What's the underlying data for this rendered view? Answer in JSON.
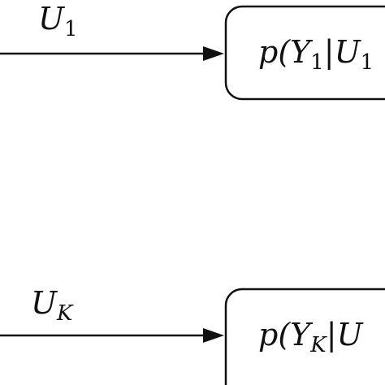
{
  "diagram": {
    "top_branch": {
      "input_symbol": "U",
      "input_subscript": "1",
      "box_text": {
        "prefix": "p(",
        "y_symbol": "Y",
        "y_subscript": "1",
        "bar": "|",
        "u_symbol": "U",
        "u_subscript": "1"
      }
    },
    "bottom_branch": {
      "input_symbol": "U",
      "input_subscript": "K",
      "box_text": {
        "prefix": "p(",
        "y_symbol": "Y",
        "y_subscript": "K",
        "bar": "|",
        "u_symbol": "U"
      }
    },
    "colors": {
      "stroke": "#111111",
      "background": "#ffffff"
    }
  }
}
